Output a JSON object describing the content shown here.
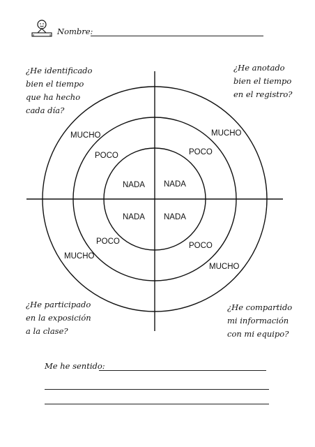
{
  "header": {
    "name_label": "Nombre:"
  },
  "questions": {
    "top_left": "¿He identificado\nbien el tiempo\nque ha hecho\ncada día?",
    "top_right": "¿He anotado\nbien el tiempo\nen el registro?",
    "bottom_left": "¿He  participado\nen la exposición\na la clase?",
    "bottom_right": "¿He compartido\nmi información\ncon mi equipo?"
  },
  "levels": {
    "outer": "MUCHO",
    "middle": "POCO",
    "inner": "NADA"
  },
  "footer": {
    "feeling_label": "Me he sentido:"
  }
}
